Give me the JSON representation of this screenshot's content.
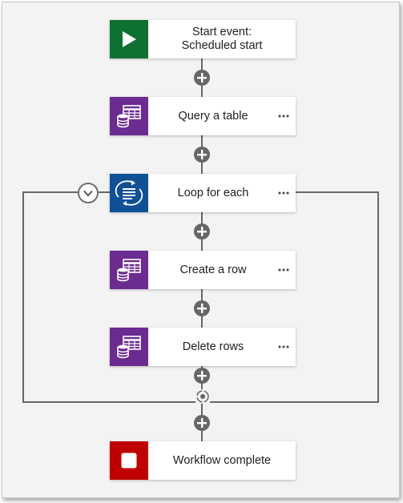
{
  "workflow": {
    "colors": {
      "start": "#0f7131",
      "table": "#6b2b91",
      "loop": "#0f5097",
      "end": "#c00000",
      "connector": "#666666"
    },
    "steps": [
      {
        "line1": "Start event:",
        "line2": "Scheduled start",
        "icon": "play-icon"
      },
      {
        "label": "Query a table",
        "icon": "table-database-icon"
      },
      {
        "label": "Loop for each",
        "icon": "loop-list-icon"
      },
      {
        "label": "Create a row",
        "icon": "table-database-icon"
      },
      {
        "label": "Delete rows",
        "icon": "table-database-icon"
      },
      {
        "label": "Workflow complete",
        "icon": "stop-icon"
      }
    ]
  }
}
